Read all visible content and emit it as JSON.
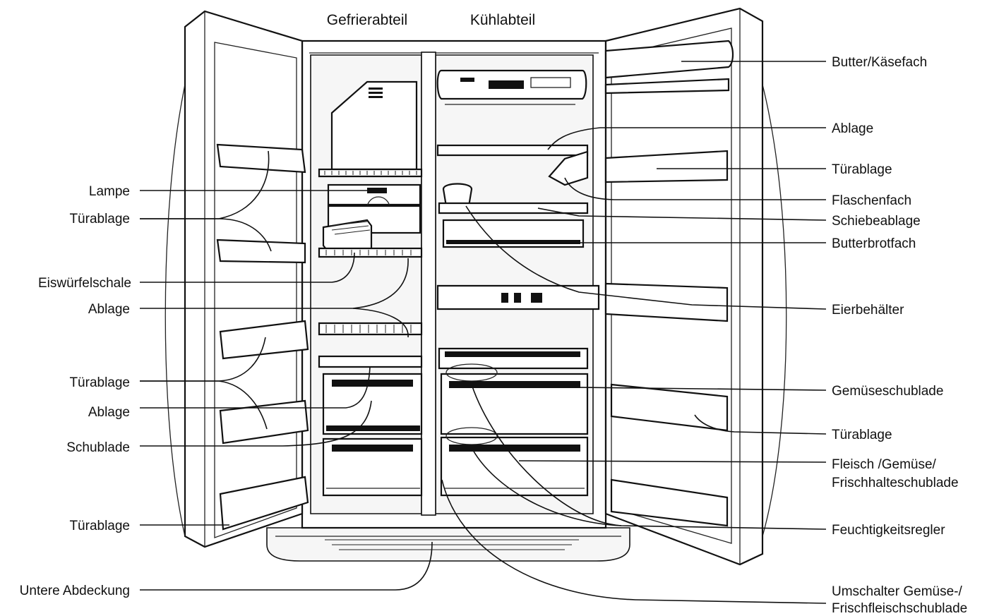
{
  "headers": {
    "freezer": "Gefrierabteil",
    "fridge": "Kühlabteil"
  },
  "labels_left": {
    "lampe": "Lampe",
    "tuerablage_1": "Türablage",
    "eiswuerfelschale": "Eiswürfelschale",
    "ablage_1": "Ablage",
    "tuerablage_2": "Türablage",
    "ablage_2": "Ablage",
    "schublade": "Schublade",
    "tuerablage_3": "Türablage",
    "untere_abdeckung": "Untere Abdeckung"
  },
  "labels_right": {
    "butter_kaesefach": "Butter/Käsefach",
    "ablage": "Ablage",
    "tuerablage_1": "Türablage",
    "flaschenfach": "Flaschenfach",
    "schiebeablage": "Schiebeablage",
    "butterbrotfach": "Butterbrotfach",
    "eierbehaelter": "Eierbehälter",
    "gemueseschublade": "Gemüseschublade",
    "tuerablage_2": "Türablage",
    "fleisch_line1": "Fleisch /Gemüse/",
    "fleisch_line2": "Frischhalteschublade",
    "feuchtigkeitsregler": "Feuchtigkeitsregler",
    "umschalter_line1": "Umschalter Gemüse-/",
    "umschalter_line2": "Frischfleischschublade"
  }
}
